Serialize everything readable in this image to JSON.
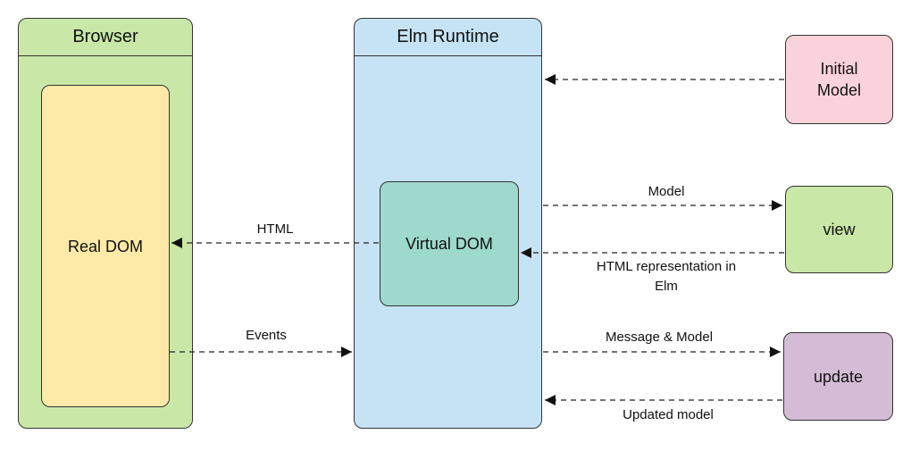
{
  "containers": {
    "browser": "Browser",
    "runtime": "Elm Runtime"
  },
  "boxes": {
    "real_dom": "Real DOM",
    "virtual_dom": "Virtual DOM",
    "initial_model": "Initial\nModel",
    "view": "view",
    "update": "update"
  },
  "edges": {
    "html": "HTML",
    "events": "Events",
    "model": "Model",
    "html_repr_line1": "HTML representation in",
    "html_repr_line2": "Elm",
    "message_model": "Message & Model",
    "updated_model": "Updated model"
  }
}
